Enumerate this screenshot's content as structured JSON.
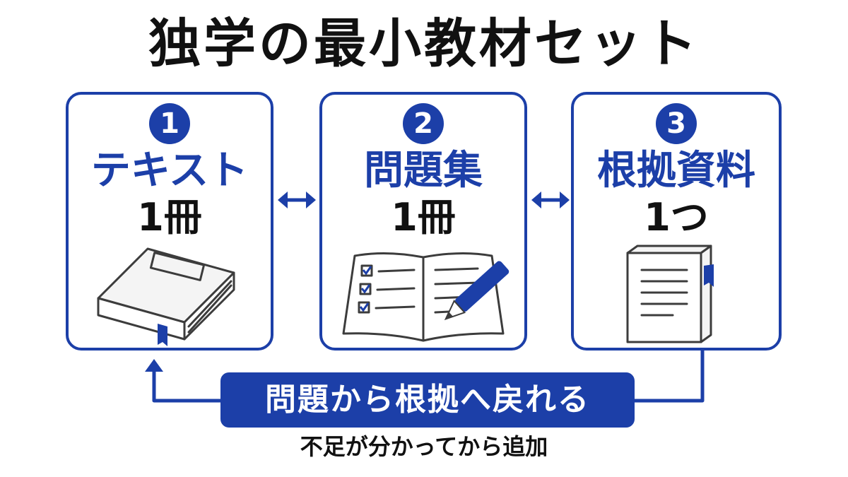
{
  "title": "独学の最小教材セット",
  "cards": [
    {
      "number": "1",
      "label": "テキスト",
      "quantity": "1冊",
      "illustration": "closed-book-with-bookmark-icon"
    },
    {
      "number": "2",
      "label": "問題集",
      "quantity": "1冊",
      "illustration": "open-workbook-with-pen-icon"
    },
    {
      "number": "3",
      "label": "根拠資料",
      "quantity": "1つ",
      "illustration": "document-book-with-bookmark-icon"
    }
  ],
  "connectors": [
    "double-arrow-icon",
    "double-arrow-icon"
  ],
  "banner": {
    "text": "問題から根拠へ戻れる"
  },
  "note": {
    "text": "不足が分かってから追加"
  },
  "colors": {
    "accent": "#1c3fa8",
    "text": "#111111",
    "background": "#ffffff"
  }
}
